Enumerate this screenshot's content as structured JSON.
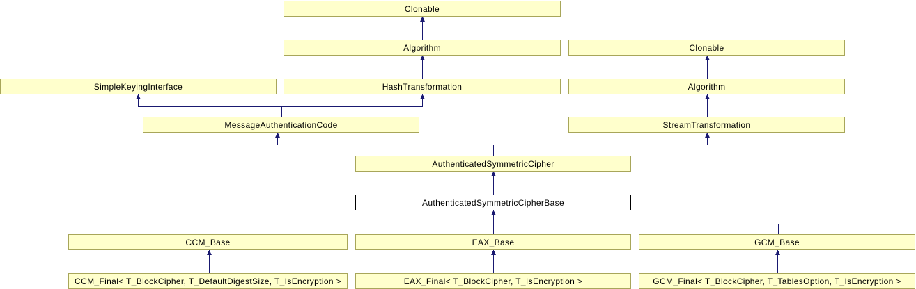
{
  "diagram": {
    "type": "class-inheritance-graph",
    "colors": {
      "background": "#ffffff",
      "node_fill": "#ffffcc",
      "node_border": "#a8a65a",
      "focus_node_fill": "#ffffff",
      "focus_node_border": "#000000",
      "edge": "#191970",
      "text": "#000000"
    },
    "nodes": {
      "clonable_top": {
        "label": "Clonable"
      },
      "algorithm_mid": {
        "label": "Algorithm"
      },
      "clonable_right": {
        "label": "Clonable"
      },
      "simple_keying": {
        "label": "SimpleKeyingInterface"
      },
      "hash_transformation": {
        "label": "HashTransformation"
      },
      "algorithm_right": {
        "label": "Algorithm"
      },
      "mac": {
        "label": "MessageAuthenticationCode"
      },
      "stream_transform": {
        "label": "StreamTransformation"
      },
      "asc": {
        "label": "AuthenticatedSymmetricCipher"
      },
      "ascb": {
        "label": "AuthenticatedSymmetricCipherBase"
      },
      "ccm_base": {
        "label": "CCM_Base"
      },
      "eax_base": {
        "label": "EAX_Base"
      },
      "gcm_base": {
        "label": "GCM_Base"
      },
      "ccm_final": {
        "label": "CCM_Final< T_BlockCipher, T_DefaultDigestSize, T_IsEncryption >"
      },
      "eax_final": {
        "label": "EAX_Final< T_BlockCipher, T_IsEncryption >"
      },
      "gcm_final": {
        "label": "GCM_Final< T_BlockCipher, T_TablesOption, T_IsEncryption >"
      }
    },
    "edges": [
      {
        "child": "algorithm_mid",
        "parent": "clonable_top"
      },
      {
        "child": "hash_transformation",
        "parent": "algorithm_mid"
      },
      {
        "child": "mac",
        "parent": "simple_keying"
      },
      {
        "child": "mac",
        "parent": "hash_transformation"
      },
      {
        "child": "algorithm_right",
        "parent": "clonable_right"
      },
      {
        "child": "stream_transform",
        "parent": "algorithm_right"
      },
      {
        "child": "asc",
        "parent": "mac"
      },
      {
        "child": "asc",
        "parent": "stream_transform"
      },
      {
        "child": "ascb",
        "parent": "asc"
      },
      {
        "child": "ccm_base",
        "parent": "ascb"
      },
      {
        "child": "eax_base",
        "parent": "ascb"
      },
      {
        "child": "gcm_base",
        "parent": "ascb"
      },
      {
        "child": "ccm_final",
        "parent": "ccm_base"
      },
      {
        "child": "eax_final",
        "parent": "eax_base"
      },
      {
        "child": "gcm_final",
        "parent": "gcm_base"
      }
    ]
  }
}
